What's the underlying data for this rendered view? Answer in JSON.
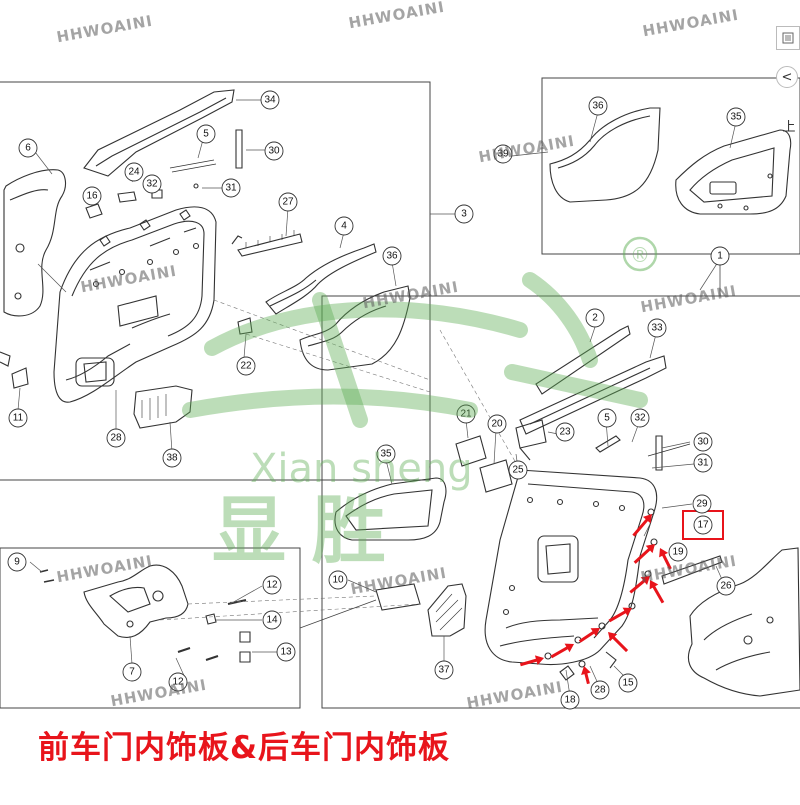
{
  "watermark": "HHWOAINI",
  "caption": "前车门内饰板&后车门内饰板",
  "brand": {
    "registered_mark": "®",
    "latin": "Xian sheng",
    "chinese": "显 胜"
  },
  "side_buttons": {
    "collapse": "<",
    "label": "上"
  },
  "colors": {
    "accent": "#e8141b",
    "line": "#333333",
    "logo_green": "#5faf55"
  },
  "part_numbers": [
    "1",
    "2",
    "3",
    "4",
    "5",
    "6",
    "7",
    "9",
    "10",
    "11",
    "12",
    "13",
    "14",
    "15",
    "16",
    "17",
    "18",
    "19",
    "20",
    "21",
    "22",
    "23",
    "24",
    "25",
    "26",
    "27",
    "28",
    "29",
    "30",
    "31",
    "32",
    "33",
    "34",
    "35",
    "36",
    "37",
    "38",
    "39"
  ],
  "highlighted_part": "17"
}
